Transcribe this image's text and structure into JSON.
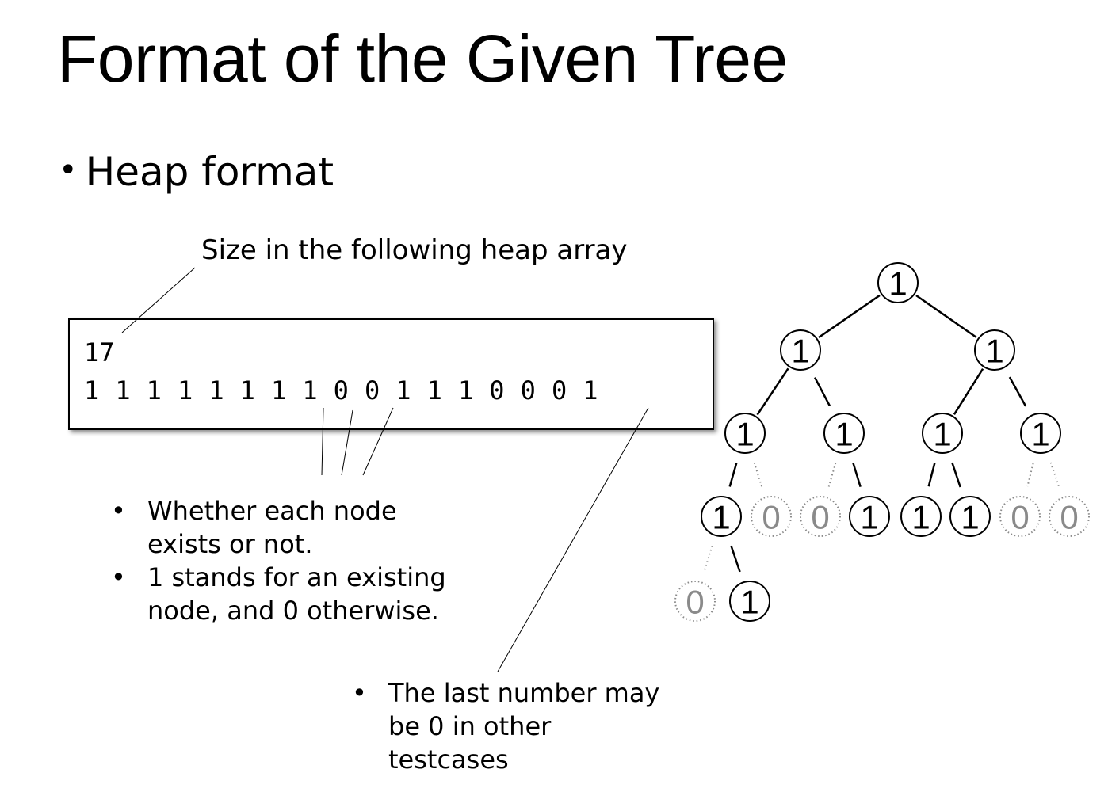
{
  "title": "Format of the Given Tree",
  "bullet": "Heap format",
  "callouts": {
    "size_label": "Size in the following heap array",
    "notes": [
      "Whether each node exists or not.",
      "1 stands for an existing node, and 0 otherwise."
    ],
    "last_note": "The last number may be 0 in other testcases"
  },
  "input": {
    "size": "17",
    "array": "1 1 1 1 1 1 1 1 0 0 1 1 1 0 0 0 1"
  },
  "tree": {
    "nodes": [
      "1",
      "1",
      "1",
      "1",
      "1",
      "1",
      "1",
      "1",
      "0",
      "0",
      "1",
      "1",
      "1",
      "0",
      "0",
      "0",
      "1"
    ],
    "missing_color": "#8a8a8a"
  }
}
